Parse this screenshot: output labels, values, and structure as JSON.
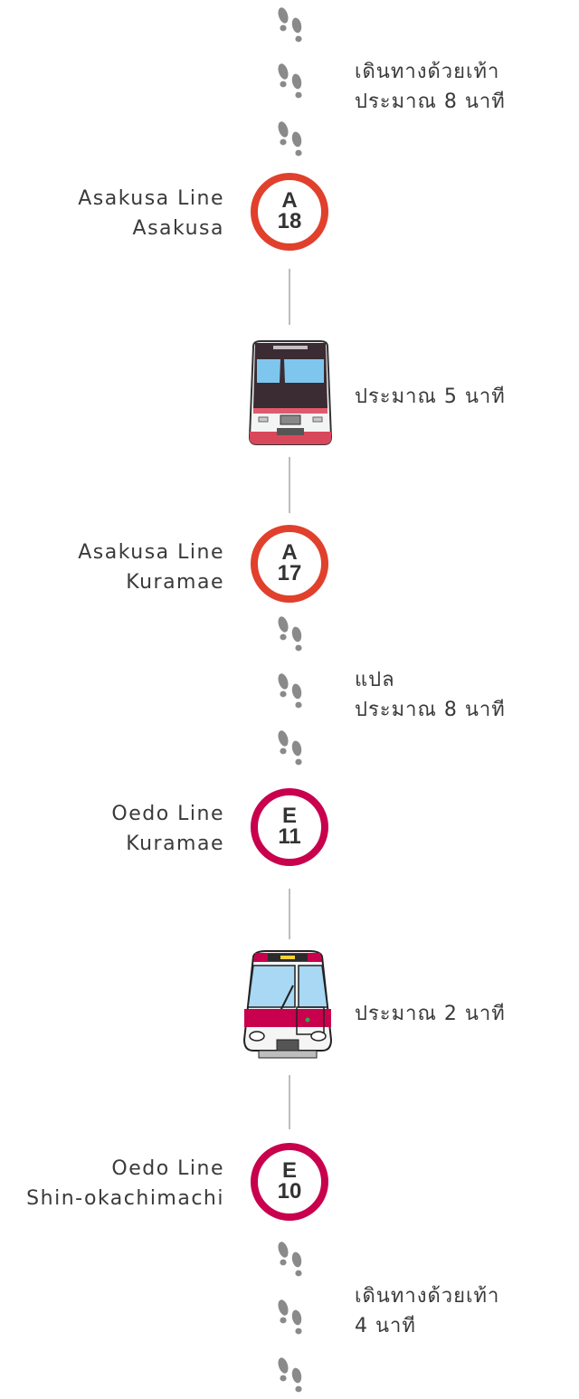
{
  "colors": {
    "asakusa": "#e0402c",
    "oedo": "#c8004d",
    "connector": "#bdbdbd",
    "footprint": "#8a8a8a"
  },
  "segments": {
    "walk1": {
      "line1": "เดินทางด้วยเท้า",
      "line2": "ประมาณ 8 นาที",
      "icon": "footprints-icon"
    },
    "ride1": {
      "text": "ประมาณ 5 นาที",
      "icon": "asakusa-train-icon"
    },
    "walk2": {
      "line1": "แปล",
      "line2": "ประมาณ 8 นาที",
      "icon": "footprints-icon"
    },
    "ride2": {
      "text": "ประมาณ 2 นาที",
      "icon": "oedo-train-icon"
    },
    "walk3": {
      "line1": "เดินทางด้วยเท้า",
      "line2": "4 นาที",
      "icon": "footprints-icon"
    }
  },
  "stations": {
    "a18": {
      "line": "Asakusa Line",
      "name": "Asakusa",
      "letter": "A",
      "number": "18"
    },
    "a17": {
      "line": "Asakusa Line",
      "name": "Kuramae",
      "letter": "A",
      "number": "17"
    },
    "e11": {
      "line": "Oedo Line",
      "name": "Kuramae",
      "letter": "E",
      "number": "11"
    },
    "e10": {
      "line": "Oedo Line",
      "name": "Shin-okachimachi",
      "letter": "E",
      "number": "10"
    }
  }
}
